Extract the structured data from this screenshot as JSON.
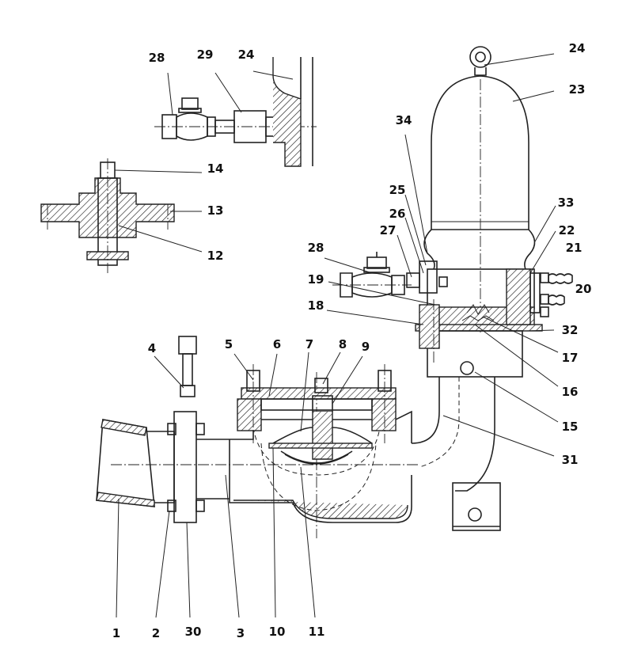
{
  "diagram": {
    "callouts": [
      {
        "id": "c1",
        "label": "1"
      },
      {
        "id": "c2",
        "label": "2"
      },
      {
        "id": "c30",
        "label": "30"
      },
      {
        "id": "c3",
        "label": "3"
      },
      {
        "id": "c10",
        "label": "10"
      },
      {
        "id": "c11",
        "label": "11"
      },
      {
        "id": "c4",
        "label": "4"
      },
      {
        "id": "c5",
        "label": "5"
      },
      {
        "id": "c6",
        "label": "6"
      },
      {
        "id": "c7",
        "label": "7"
      },
      {
        "id": "c8",
        "label": "8"
      },
      {
        "id": "c9",
        "label": "9"
      },
      {
        "id": "c12",
        "label": "12"
      },
      {
        "id": "c13",
        "label": "13"
      },
      {
        "id": "c14",
        "label": "14"
      },
      {
        "id": "c15",
        "label": "15"
      },
      {
        "id": "c16",
        "label": "16"
      },
      {
        "id": "c17",
        "label": "17"
      },
      {
        "id": "c18",
        "label": "18"
      },
      {
        "id": "c19",
        "label": "19"
      },
      {
        "id": "c20",
        "label": "20"
      },
      {
        "id": "c21",
        "label": "21"
      },
      {
        "id": "c22",
        "label": "22"
      },
      {
        "id": "c23",
        "label": "23"
      },
      {
        "id": "c24a",
        "label": "24"
      },
      {
        "id": "c24b",
        "label": "24"
      },
      {
        "id": "c25",
        "label": "25"
      },
      {
        "id": "c26",
        "label": "26"
      },
      {
        "id": "c27",
        "label": "27"
      },
      {
        "id": "c28a",
        "label": "28"
      },
      {
        "id": "c28b",
        "label": "28"
      },
      {
        "id": "c29",
        "label": "29"
      },
      {
        "id": "c31",
        "label": "31"
      },
      {
        "id": "c32",
        "label": "32"
      },
      {
        "id": "c33",
        "label": "33"
      },
      {
        "id": "c34",
        "label": "34"
      }
    ]
  }
}
